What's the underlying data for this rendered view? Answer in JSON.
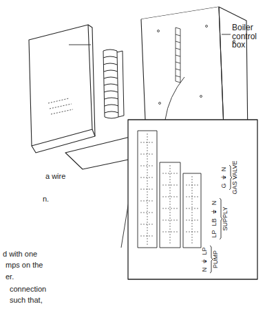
{
  "diagram": {
    "labels": [
      "Boiler control box",
      "G",
      "⏚",
      "N",
      "GAS VALVE",
      "LP",
      "LB",
      "⏚",
      "N",
      "SUPPLY",
      "N",
      "⏚",
      "LP",
      "PUMP",
      "a wire",
      "n.",
      "d with one",
      "mps on the",
      "er.",
      "connection",
      "such that,"
    ]
  }
}
